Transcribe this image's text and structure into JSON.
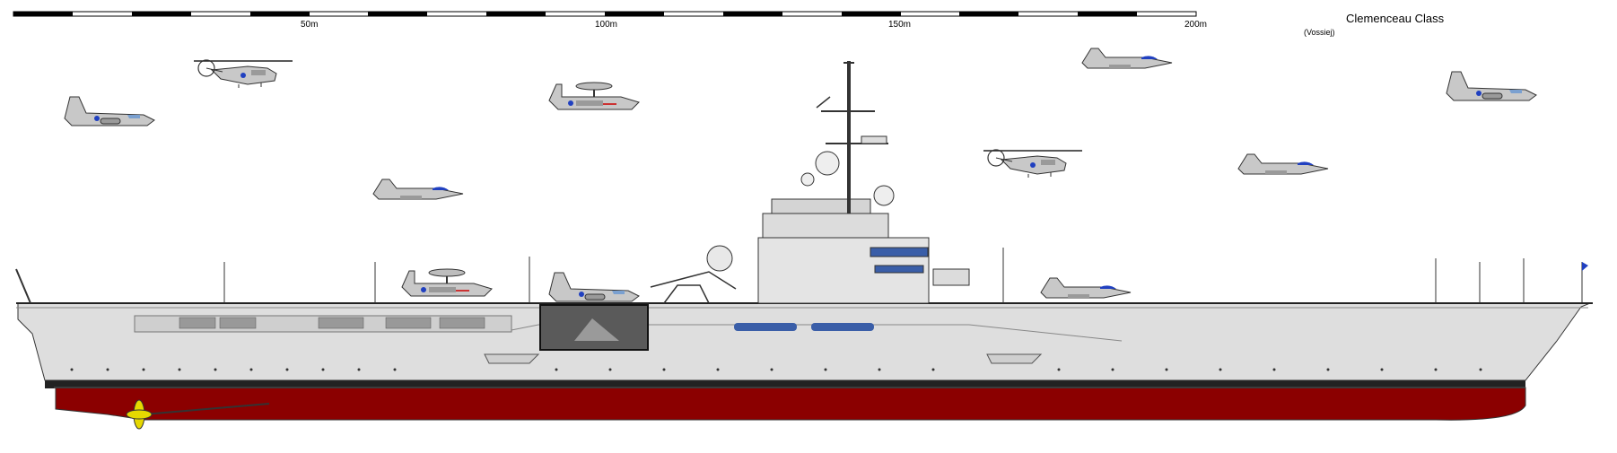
{
  "title": "Clemenceau Class",
  "credit": "(Vossiej)",
  "scale": {
    "labels": [
      "50m",
      "100m",
      "150m",
      "200m"
    ]
  },
  "colors": {
    "hull_grey": "#d8d8d8",
    "hull_red": "#8b0000",
    "boot_black": "#222222",
    "aircraft_grey": "#c8c8c8",
    "insignia_blue": "#2040c0",
    "propeller": "#e6d800",
    "hangar_window": "#5a5a5a"
  },
  "aircraft": [
    {
      "type": "helicopter",
      "name": "helicopter-icon"
    },
    {
      "type": "awacs",
      "name": "awacs-plane-icon"
    },
    {
      "type": "s3-jet",
      "name": "s3-jet-icon"
    },
    {
      "type": "jet",
      "name": "jet-icon"
    }
  ]
}
